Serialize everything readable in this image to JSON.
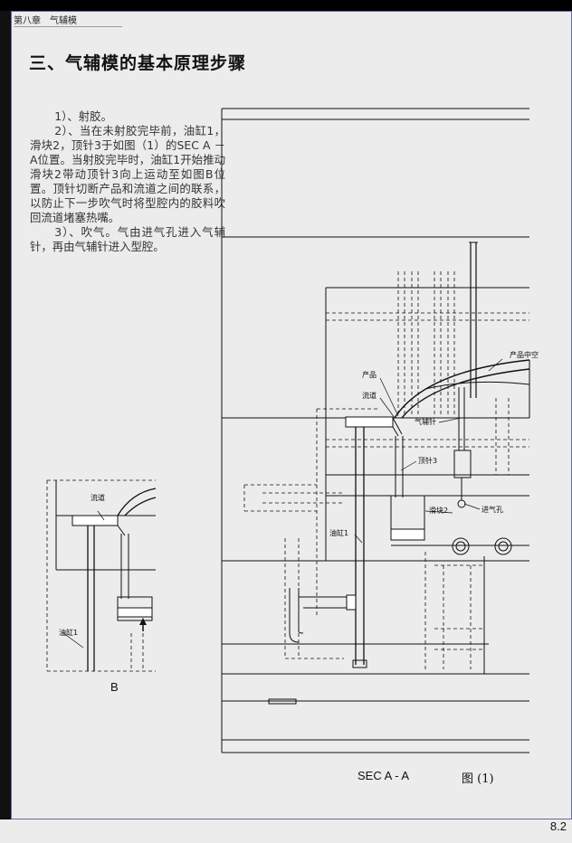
{
  "header": {
    "chapter": "第八章　气辅模"
  },
  "section": {
    "title": "三、气辅模的基本原理步骤"
  },
  "body": {
    "p1": "1）、射胶。",
    "p2": "2）、当在未射胶完毕前，油缸1，滑块2，顶针3于如图（1）的SEC A － A位置。当射胶完毕时，油缸1开始推动滑块2带动顶针3向上运动至如图B位置。顶针切断产品和流道之间的联系，以防止下一步吹气时将型腔内的胶料吹回流道堵塞热嘴。",
    "p3": "3）、吹气。气由进气孔进入气辅针，再由气辅针进入型腔。"
  },
  "labels": {
    "product_hollow": "产品中空",
    "product": "产品",
    "runner": "流道",
    "gas_needle": "气辅针",
    "ejector": "顶针3",
    "slider": "滑块2",
    "gas_inlet": "进气孔",
    "cylinder": "油缸1",
    "detail_runner": "流道",
    "detail_cylinder": "油缸1"
  },
  "captions": {
    "detail": "B",
    "section": "SEC  A - A",
    "figure": "图 (1)"
  },
  "footer": {
    "page": "8.2"
  }
}
